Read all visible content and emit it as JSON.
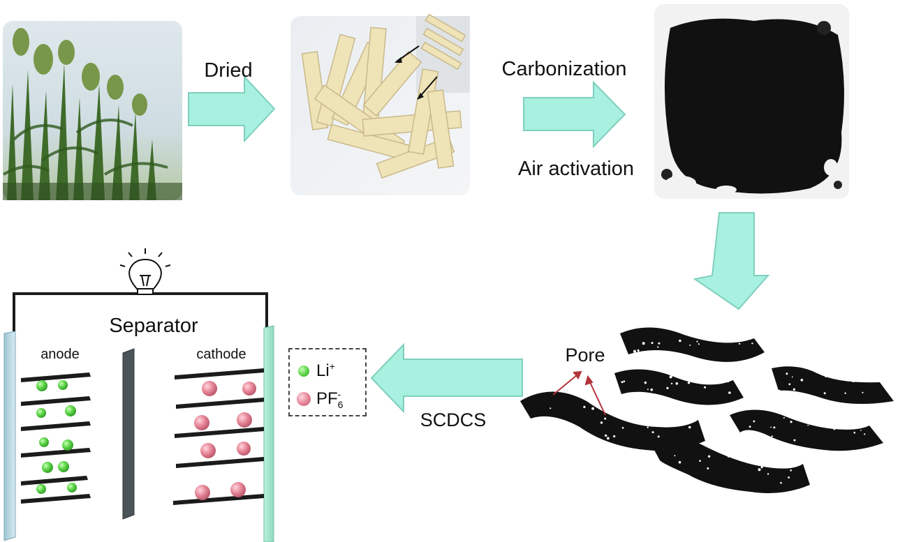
{
  "steps": {
    "dried": "Dried",
    "carbonization": "Carbonization",
    "air_activation": "Air activation",
    "scdcs": "SCDCS"
  },
  "labels": {
    "pore": "Pore",
    "separator": "Separator",
    "anode": "anode",
    "cathode": "cathode"
  },
  "legend": {
    "li": {
      "base": "Li",
      "sup": "+",
      "color": "#5fd64a"
    },
    "pf6": {
      "base": "PF",
      "sub": "6",
      "sup": "-",
      "color": "#e8899a"
    }
  },
  "colors": {
    "arrow_fill": "#a8f0df",
    "arrow_stroke": "#7fcfbe",
    "electrode": "#b9d9e6",
    "separator": "#4a5358",
    "ladder": "#1b1b1b",
    "carbon": "#111111"
  },
  "icons": {
    "bulb": "lightbulb-icon"
  }
}
